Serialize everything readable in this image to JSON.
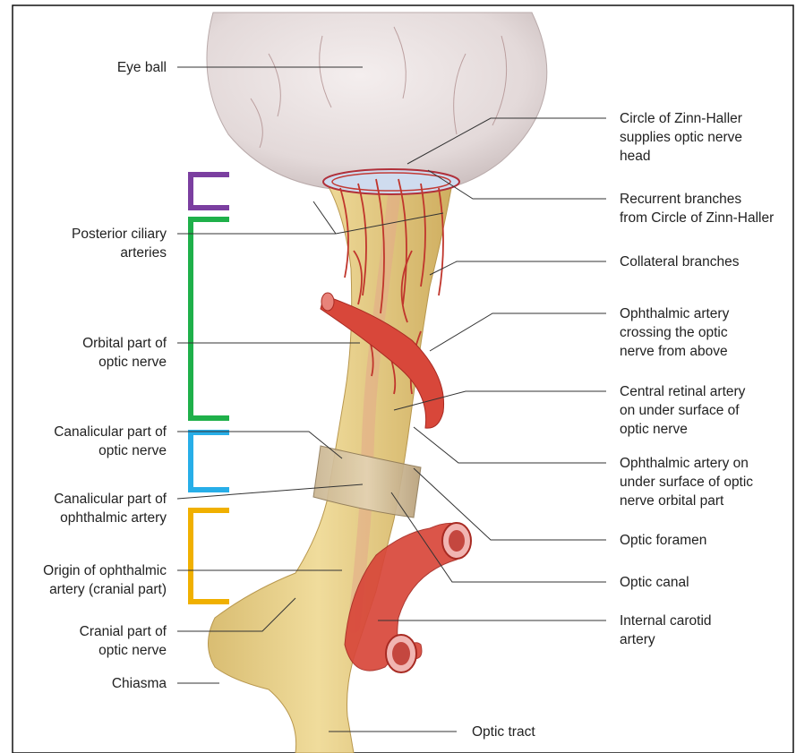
{
  "colors": {
    "nerve": "#e8cf8a",
    "nerve_shadow": "#c9a95e",
    "artery": "#d8473a",
    "artery_dark": "#a82a22",
    "eyeball": "#e9e2e2",
    "bracket_purple": "#7b3fa0",
    "bracket_green": "#1fb04a",
    "bracket_blue": "#27aee8",
    "bracket_yellow": "#f0b000",
    "leader": "#333333"
  },
  "labels_left": {
    "eye_ball": [
      "Eye ball"
    ],
    "posterior_ciliary": [
      "Posterior ciliary",
      "arteries"
    ],
    "orbital_part": [
      "Orbital part of",
      "optic nerve"
    ],
    "canalicular_nerve": [
      "Canalicular part of",
      "optic nerve"
    ],
    "canalicular_artery": [
      "Canalicular part of",
      "ophthalmic artery"
    ],
    "origin_ophthalmic": [
      "Origin of ophthalmic",
      "artery (cranial part)"
    ],
    "cranial_part": [
      "Cranial part of",
      "optic nerve"
    ],
    "chiasma": [
      "Chiasma"
    ]
  },
  "labels_right": {
    "circle_zinn": [
      "Circle of Zinn-Haller",
      "supplies optic nerve",
      "head"
    ],
    "recurrent": [
      "Recurrent branches",
      "from Circle of Zinn-Haller"
    ],
    "collateral": [
      "Collateral branches"
    ],
    "ophthalmic_crossing": [
      "Ophthalmic artery",
      "crossing the optic",
      "nerve from above"
    ],
    "central_retinal": [
      "Central retinal artery",
      "on under surface of",
      "optic nerve"
    ],
    "ophthalmic_under": [
      "Ophthalmic artery on",
      "under surface of optic",
      "nerve orbital part"
    ],
    "optic_foramen": [
      "Optic foramen"
    ],
    "optic_canal": [
      "Optic canal"
    ],
    "internal_carotid": [
      "Internal carotid",
      "artery"
    ]
  },
  "labels_bottom": {
    "optic_tract": [
      "Optic tract"
    ]
  }
}
